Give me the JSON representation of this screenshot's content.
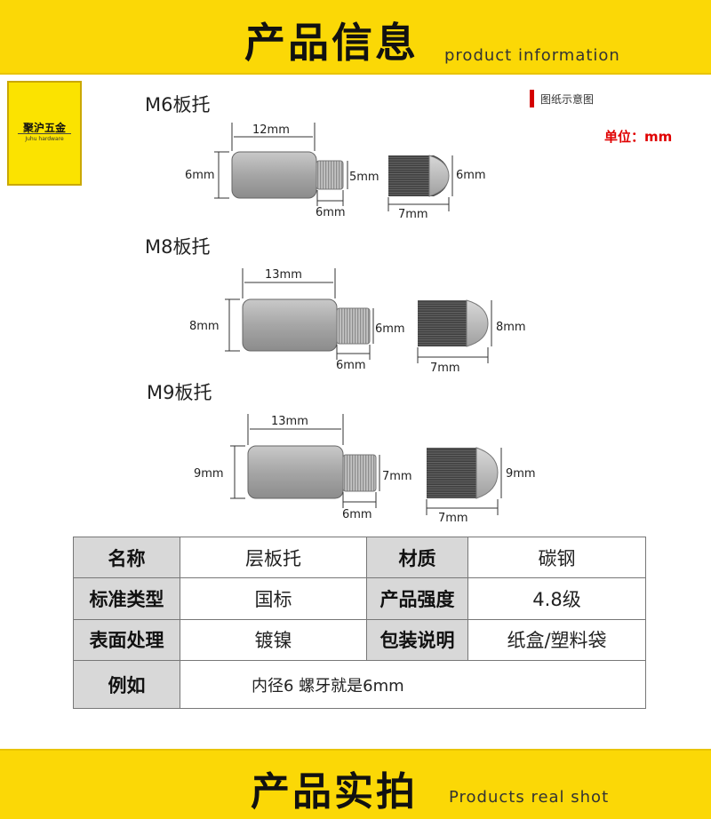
{
  "header": {
    "title": "产品信息",
    "subtitle": "product information"
  },
  "logo": {
    "name": "聚沪五金",
    "sub": "Juhu hardware"
  },
  "legend": {
    "label": "图纸示意图",
    "color": "#d40000"
  },
  "unit": "单位：mm",
  "sections": [
    {
      "title": "M6板托",
      "length": "12mm",
      "dia_left": "6mm",
      "thread_len": "6mm",
      "thread_dia": "5mm",
      "cap_len": "7mm",
      "cap_dia": "6mm"
    },
    {
      "title": "M8板托",
      "length": "13mm",
      "dia_left": "8mm",
      "thread_len": "6mm",
      "thread_dia": "6mm",
      "cap_len": "7mm",
      "cap_dia": "8mm"
    },
    {
      "title": "M9板托",
      "length": "13mm",
      "dia_left": "9mm",
      "thread_len": "6mm",
      "thread_dia": "7mm",
      "cap_len": "7mm",
      "cap_dia": "9mm"
    }
  ],
  "table": {
    "r1": {
      "l1": "名称",
      "v1": "层板托",
      "l2": "材质",
      "v2": "碳钢"
    },
    "r2": {
      "l1": "标准类型",
      "v1": "国标",
      "l2": "产品强度",
      "v2": "4.8级"
    },
    "r3": {
      "l1": "表面处理",
      "v1": "镀镍",
      "l2": "包装说明",
      "v2": "纸盒/塑料袋"
    },
    "r4": {
      "l1": "例如",
      "v1": "内径6 螺牙就是6mm"
    }
  },
  "footer": {
    "title": "产品实拍",
    "subtitle": "Products real shot"
  },
  "colors": {
    "band": "#fbd806",
    "accent": "#e00000"
  }
}
